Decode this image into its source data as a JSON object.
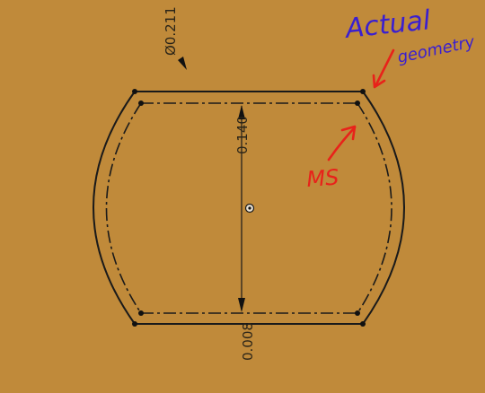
{
  "diagram": {
    "background_color": "#c08a3a",
    "line_color": "#1a1a1a",
    "dimensions": {
      "diameter": "Ø0.211",
      "height": "0.140",
      "offset": "0.008"
    },
    "annotations": {
      "actual_title": "Actual",
      "actual_subtitle": "geometry",
      "ms_label": "MS",
      "blue_color": "#3a1fd0",
      "red_color": "#e8221a"
    },
    "icons": {
      "center": "center-point-icon"
    }
  }
}
